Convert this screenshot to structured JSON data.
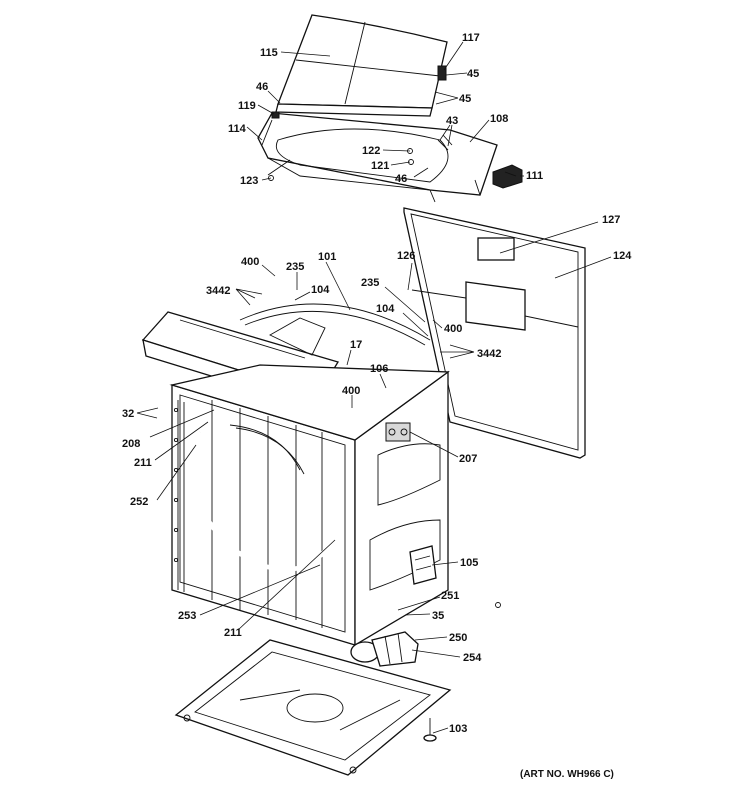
{
  "callouts": [
    {
      "id": "p115a",
      "text": "115"
    },
    {
      "id": "p117",
      "text": "117"
    },
    {
      "id": "p45a",
      "text": "45"
    },
    {
      "id": "p45b",
      "text": "45"
    },
    {
      "id": "p46a",
      "text": "46"
    },
    {
      "id": "p119",
      "text": "119"
    },
    {
      "id": "p114",
      "text": "114"
    },
    {
      "id": "p108",
      "text": "108"
    },
    {
      "id": "p43",
      "text": "43"
    },
    {
      "id": "p122",
      "text": "122"
    },
    {
      "id": "p121",
      "text": "121"
    },
    {
      "id": "p46b",
      "text": "46"
    },
    {
      "id": "p123",
      "text": "123"
    },
    {
      "id": "p111",
      "text": "111"
    },
    {
      "id": "p127",
      "text": "127"
    },
    {
      "id": "p126",
      "text": "126"
    },
    {
      "id": "p124",
      "text": "124"
    },
    {
      "id": "p400a",
      "text": "400"
    },
    {
      "id": "p235a",
      "text": "235"
    },
    {
      "id": "p101",
      "text": "101"
    },
    {
      "id": "p3442a",
      "text": "3442"
    },
    {
      "id": "p104a",
      "text": "104"
    },
    {
      "id": "p235b",
      "text": "235"
    },
    {
      "id": "p104b",
      "text": "104"
    },
    {
      "id": "p400b",
      "text": "400"
    },
    {
      "id": "p3442b",
      "text": "3442"
    },
    {
      "id": "p17",
      "text": "17"
    },
    {
      "id": "p106",
      "text": "106"
    },
    {
      "id": "p400c",
      "text": "400"
    },
    {
      "id": "p32",
      "text": "32"
    },
    {
      "id": "p208",
      "text": "208"
    },
    {
      "id": "p211a",
      "text": "211"
    },
    {
      "id": "p207",
      "text": "207"
    },
    {
      "id": "p252",
      "text": "252"
    },
    {
      "id": "p105",
      "text": "105"
    },
    {
      "id": "p251",
      "text": "251"
    },
    {
      "id": "p253",
      "text": "253"
    },
    {
      "id": "p35",
      "text": "35"
    },
    {
      "id": "p211b",
      "text": "211"
    },
    {
      "id": "p250",
      "text": "250"
    },
    {
      "id": "p254",
      "text": "254"
    },
    {
      "id": "p103",
      "text": "103"
    }
  ],
  "art_number": "(ART NO. WH966 C)"
}
